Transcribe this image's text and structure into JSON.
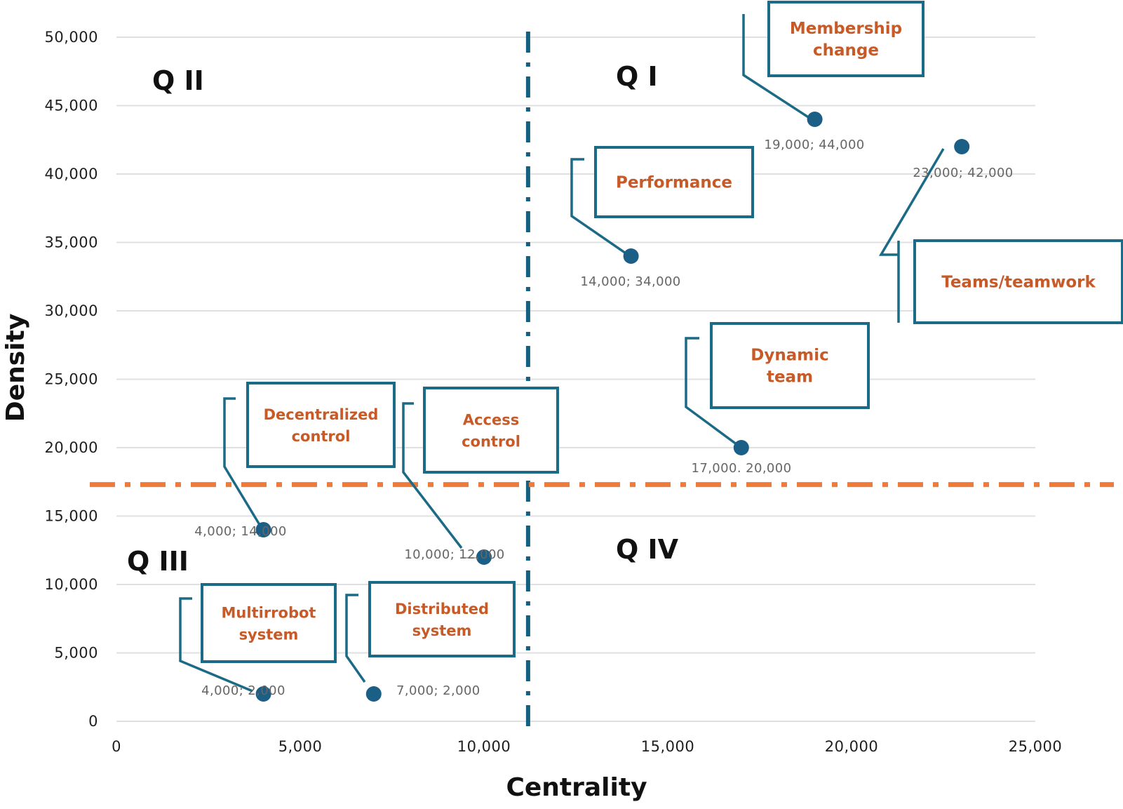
{
  "chart_data": {
    "type": "scatter",
    "xlabel": "Centrality",
    "ylabel": "Density",
    "xlim": [
      0,
      25000
    ],
    "ylim": [
      0,
      50000
    ],
    "x_ticks": [
      "0",
      "5,000",
      "10,000",
      "15,000",
      "20,000",
      "25,000"
    ],
    "y_ticks": [
      "0",
      "5,000",
      "10,000",
      "15,000",
      "20,000",
      "25,000",
      "30,000",
      "35,000",
      "40,000",
      "45,000",
      "50,000"
    ],
    "grid": "horizontal",
    "thresholds": {
      "centrality": 11200,
      "density": 17300
    },
    "quadrants": [
      "Q I",
      "Q II",
      "Q III",
      "Q IV"
    ],
    "points": [
      {
        "x": 19000,
        "y": 44000,
        "value_label": "19,000; 44,000",
        "topic": [
          "Membership",
          "change"
        ]
      },
      {
        "x": 23000,
        "y": 42000,
        "value_label": "23,000; 42,000",
        "topic": [
          "Teams/teamwork"
        ]
      },
      {
        "x": 14000,
        "y": 34000,
        "value_label": "14,000; 34,000",
        "topic": [
          "Performance"
        ]
      },
      {
        "x": 17000,
        "y": 20000,
        "value_label": "17,000. 20,000",
        "topic": [
          "Dynamic",
          "team"
        ]
      },
      {
        "x": 4000,
        "y": 14000,
        "value_label": "4,000; 14,000",
        "topic": [
          "Decentralized",
          "control"
        ]
      },
      {
        "x": 10000,
        "y": 12000,
        "value_label": "10,000; 12,000",
        "topic": [
          "Access",
          "control"
        ]
      },
      {
        "x": 4000,
        "y": 2000,
        "value_label": "4,000; 2,000",
        "topic": [
          "Multirrobot",
          "system"
        ]
      },
      {
        "x": 7000,
        "y": 2000,
        "value_label": "7,000; 2,000",
        "topic": [
          "Distributed",
          "system"
        ]
      }
    ]
  },
  "colors": {
    "point": "#1b5e86",
    "callout_border": "#1b6a86",
    "callout_text": "#c75a26",
    "vertical_threshold": "#15607f",
    "horizontal_threshold": "#ef7a3a",
    "grid": "#e0e0e0"
  }
}
